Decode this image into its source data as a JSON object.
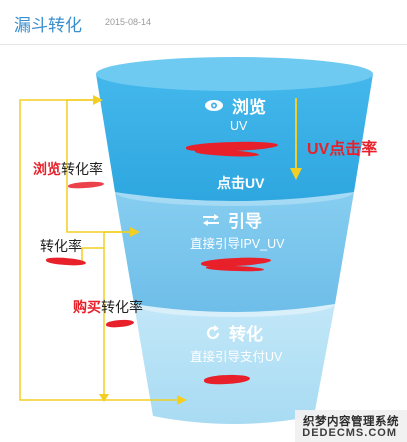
{
  "header": {
    "title": "漏斗转化",
    "date": "2015-08-14"
  },
  "stages": [
    {
      "title": "浏览",
      "subtitle": "UV",
      "icon": "eye-icon"
    },
    {
      "title": "引导",
      "subtitle": "直接引导IPV_UV",
      "icon": "swap-arrows-icon"
    },
    {
      "title": "转化",
      "subtitle": "直接引导支付UV",
      "icon": "refresh-icon"
    }
  ],
  "annotations": {
    "uv_click_rate": "UV点击率",
    "click_uv": "点击UV",
    "browse_conv_prefix": "浏览",
    "browse_conv_suffix": "转化率",
    "conv_rate": "转化率",
    "buy_conv_prefix": "购买",
    "buy_conv_suffix": "转化率"
  },
  "watermark": {
    "line1": "织梦内容管理系统",
    "line2": "DEDECMS.COM"
  },
  "colors": {
    "accent": "#3a8fcf",
    "stage1": "#3fb2e6",
    "stage2": "#7cc6ec",
    "stage3": "#b7e1f6",
    "bracket": "#f2cf22",
    "annotation_red": "#e8202a"
  }
}
